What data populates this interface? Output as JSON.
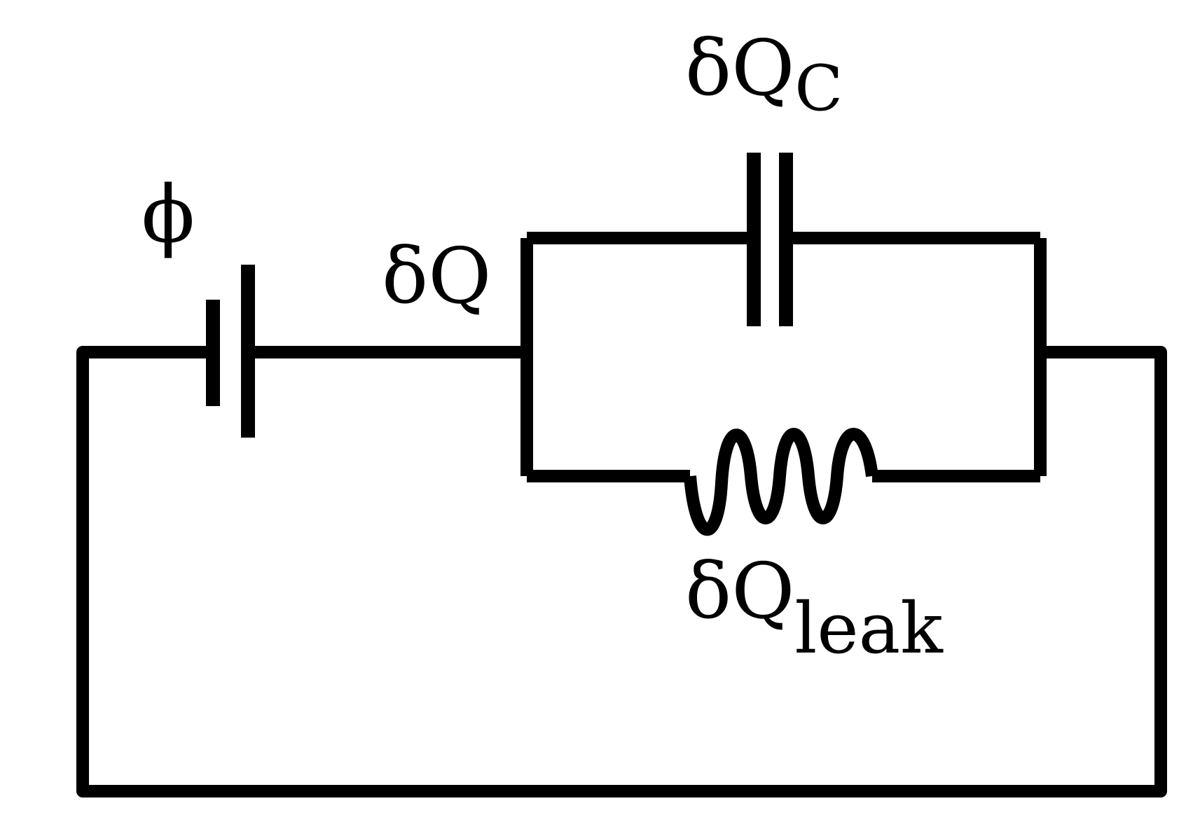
{
  "diagram": {
    "labels": {
      "battery_potential": "ϕ",
      "total_charge": "δQ",
      "capacitor_charge_base": "δQ",
      "capacitor_charge_sub": "C",
      "leak_charge_base": "δQ",
      "leak_charge_sub": "leak"
    },
    "components": {
      "battery": "battery",
      "capacitor": "capacitor",
      "resistor": "resistor"
    },
    "colors": {
      "wire": "#000000",
      "background": "#ffffff"
    }
  }
}
